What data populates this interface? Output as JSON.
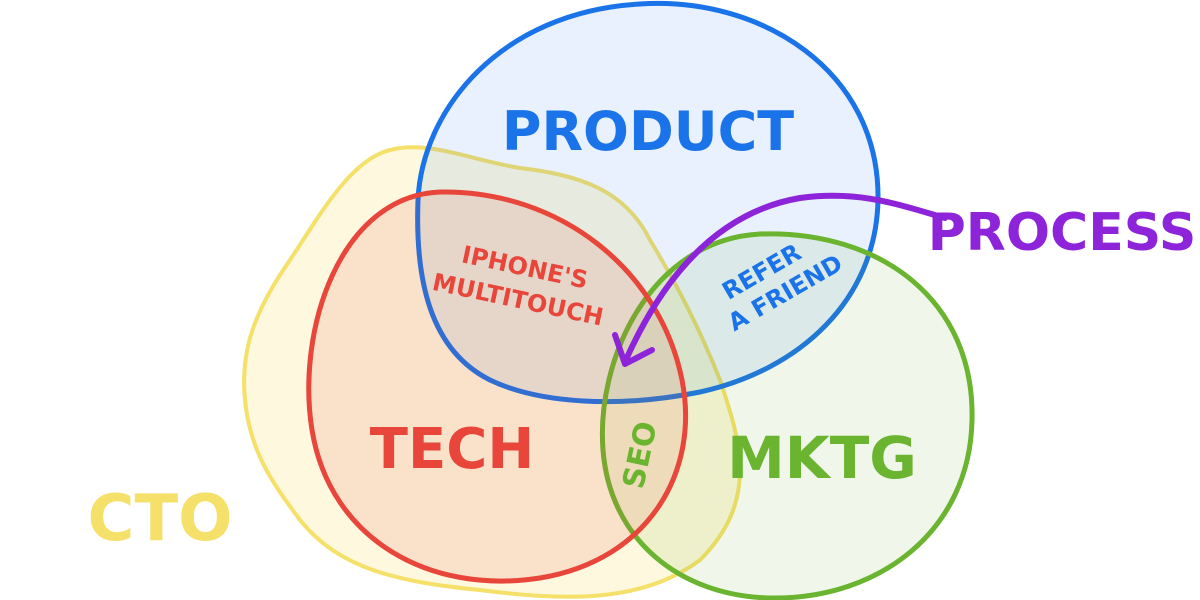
{
  "diagram": {
    "labels": {
      "product": "PRODUCT",
      "tech": "TECH",
      "mktg": "MKTG",
      "cto": "CTO",
      "process": "PROCESS",
      "iphone_line1": "IPHONE'S",
      "iphone_line2": "MULTITOUCH",
      "refer_line1": "REFER",
      "refer_line2": "A FRIEND",
      "seo": "SEO"
    },
    "colors": {
      "product": "#1a73e8",
      "tech": "#e8463a",
      "mktg": "#6ab42f",
      "cto": "#f5e06a",
      "process": "#8e24d9"
    }
  }
}
